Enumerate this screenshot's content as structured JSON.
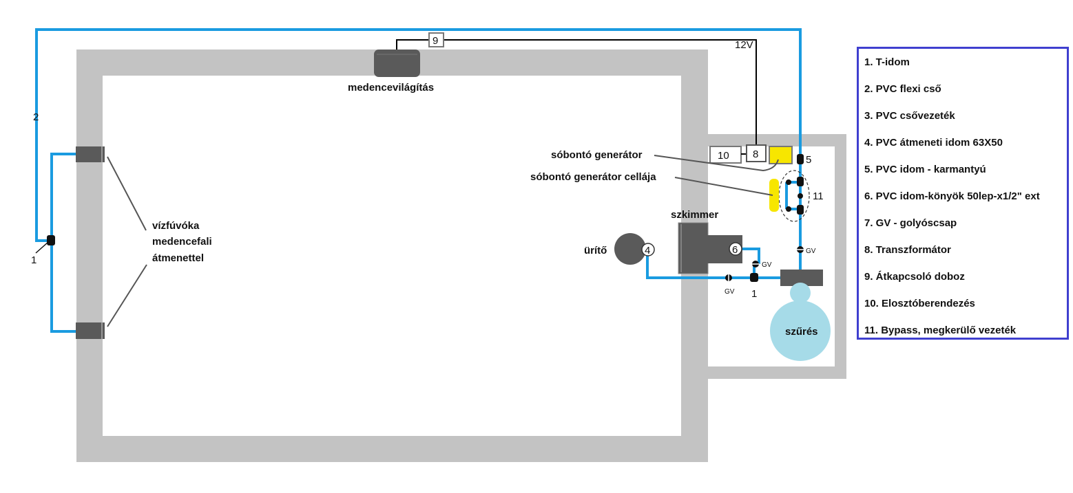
{
  "colors": {
    "wall": "#c3c3c3",
    "pipe": "#1a9be0",
    "fitting": "#5a5a5a",
    "wire": "#000000",
    "yellow": "#f7e600",
    "filter": "#a6dbe8",
    "legend_border": "#3f3fcf"
  },
  "labels": {
    "pool_light": "medencevilágítás",
    "nozzles_line1": "vízfúvóka",
    "nozzles_line2": "medencefali",
    "nozzles_line3": "átmenettel",
    "salt_generator": "sóbontó generátor",
    "salt_cell": "sóbontó generátor  cellája",
    "skimmer": "szkimmer",
    "drain": "ürítő",
    "filter": "szűrés",
    "voltage": "12V",
    "gv": "GV"
  },
  "markers": {
    "n1_left": "1",
    "n2": "2",
    "n9": "9",
    "n10": "10",
    "n8": "8",
    "n5": "5",
    "n11": "11",
    "n4": "4",
    "n6": "6",
    "n1_bottom": "1"
  },
  "legend": {
    "items": [
      "1. T-idom",
      "2. PVC flexi cső",
      "3.  PVC csővezeték",
      "4. PVC átmeneti idom 63X50",
      "5. PVC idom - karmantyú",
      "6. PVC idom-könyök  50lep-x1/2\" ext",
      "7. GV - golyóscsap",
      "8. Transzformátor",
      "9. Átkapcsoló doboz",
      "10. Elosztóberendezés",
      "11.  Bypass, megkerülő vezeték"
    ]
  }
}
